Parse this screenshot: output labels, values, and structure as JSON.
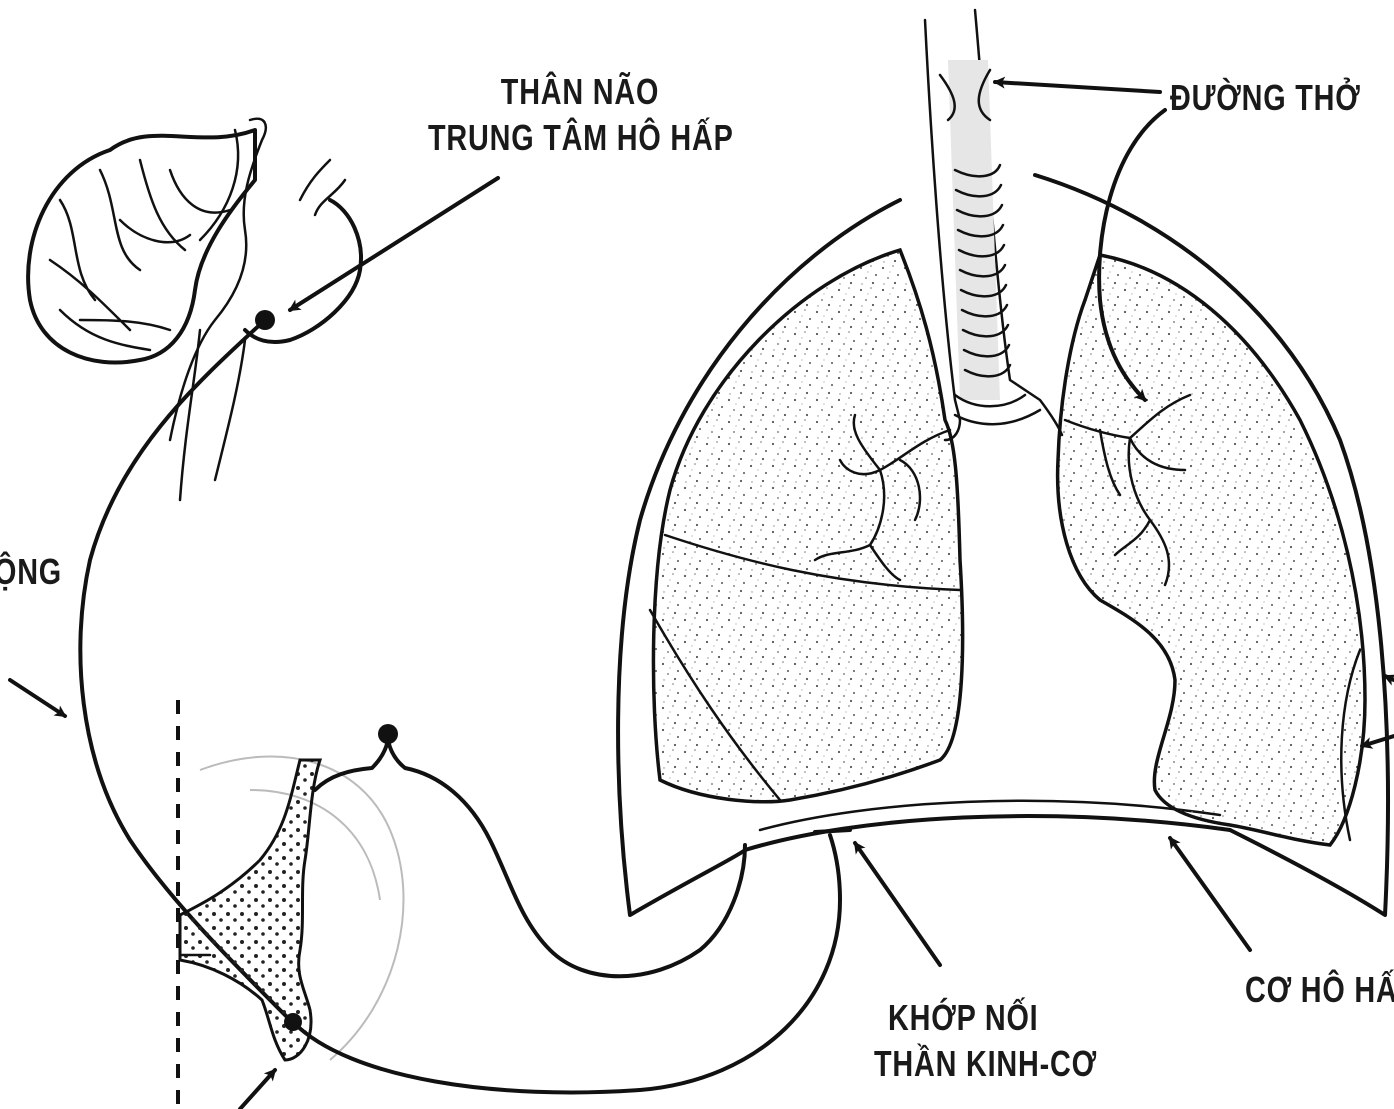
{
  "labels": {
    "brainstem_line1": "THÂN NÃO",
    "brainstem_line2": "TRUNG TÂM HÔ HẤP",
    "airway": "ĐƯỜNG THỞ",
    "nerve_partial": "ỘNG",
    "nmj_line1": "KHỚP NỐI",
    "nmj_line2": "THẦN KINH-CƠ",
    "resp_muscle": "CƠ HÔ HẤ"
  },
  "colors": {
    "ink": "#111111",
    "stipple": "#444444",
    "background": "#ffffff"
  }
}
